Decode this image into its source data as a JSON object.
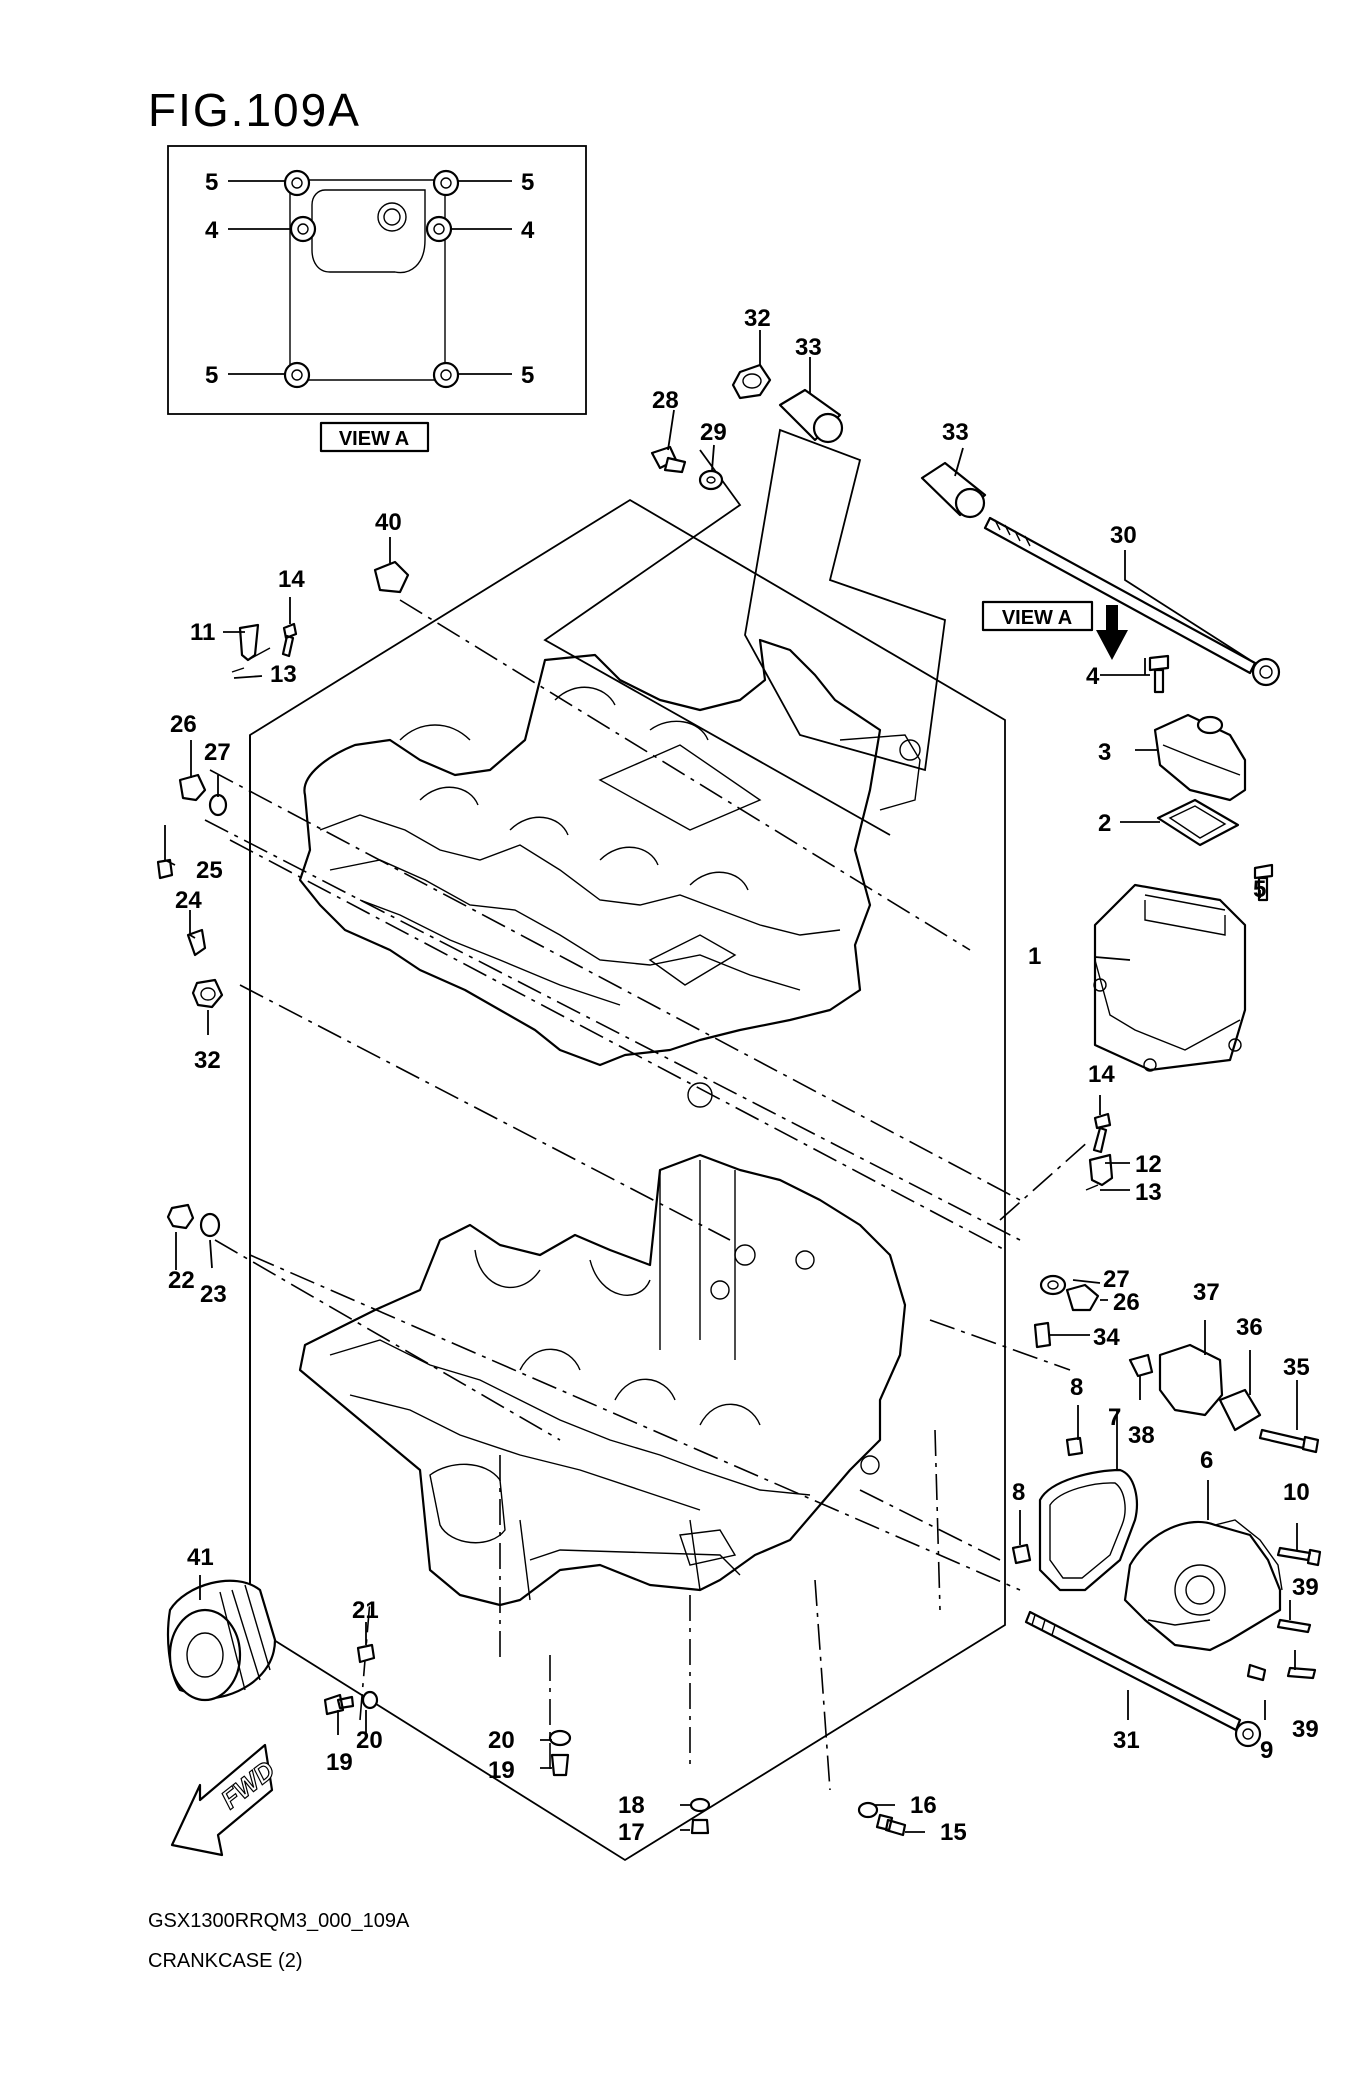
{
  "figure": {
    "title": "FIG.109A"
  },
  "view_label": "VIEW A",
  "fwd_label": "FWD",
  "footer": {
    "code": "GSX1300RRQM3_000_109A",
    "name": "CRANKCASE (2)"
  },
  "callouts": {
    "va_5_tl": "5",
    "va_5_tr": "5",
    "va_4_l": "4",
    "va_4_r": "4",
    "va_5_bl": "5",
    "va_5_br": "5",
    "p32_top": "32",
    "p33_top": "33",
    "p28": "28",
    "p29": "29",
    "p33_right": "33",
    "p30": "30",
    "p40": "40",
    "p14_top": "14",
    "p11": "11",
    "p13_top": "13",
    "p26_left": "26",
    "p27_left": "27",
    "p25": "25",
    "p24": "24",
    "p32_left": "32",
    "p4": "4",
    "p3": "3",
    "p2": "2",
    "p5": "5",
    "p1": "1",
    "p14_mid": "14",
    "p12": "12",
    "p13_mid": "13",
    "p22": "22",
    "p23": "23",
    "p27_right": "27",
    "p26_right": "26",
    "p34": "34",
    "p37": "37",
    "p36": "36",
    "p35": "35",
    "p8_top": "8",
    "p7": "7",
    "p38": "38",
    "p6": "6",
    "p10": "10",
    "p8_bot": "8",
    "p39_top": "39",
    "p39_bot": "39",
    "p41": "41",
    "p21": "21",
    "p20_left": "20",
    "p19_left": "19",
    "p20_mid": "20",
    "p19_mid": "19",
    "p18": "18",
    "p17": "17",
    "p16": "16",
    "p15": "15",
    "p31": "31",
    "p9": "9"
  },
  "colors": {
    "ink": "#000000",
    "paper": "#ffffff"
  }
}
